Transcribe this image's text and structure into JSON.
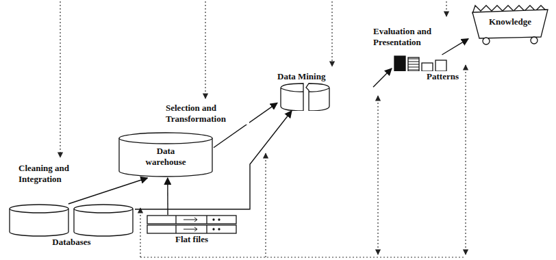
{
  "diagram": {
    "nodes": [
      {
        "text": [
          "Databases"
        ]
      },
      {
        "text": [
          "Flat files"
        ]
      },
      {
        "text": [
          "Data warehouse"
        ]
      },
      {
        "text": [
          "Data Mining"
        ]
      },
      {
        "text": [
          "Patterns"
        ]
      },
      {
        "text": [
          "Knowledge"
        ]
      }
    ],
    "edges": [
      {
        "from": 0,
        "to": 2,
        "label": "Cleaning and Integration",
        "arrow": "to"
      },
      {
        "from": 1,
        "to": 2,
        "arrow": "to"
      },
      {
        "from": 2,
        "to": 3,
        "label": "Selection and Transformation",
        "arrow": "to"
      },
      {
        "from": 3,
        "to": 4,
        "arrow": "to"
      },
      {
        "from": 4,
        "to": 5,
        "label": "Evaluation and Presentation",
        "arrow": "to"
      },
      {
        "from": 0,
        "to": 3,
        "arrow": "to"
      }
    ]
  }
}
